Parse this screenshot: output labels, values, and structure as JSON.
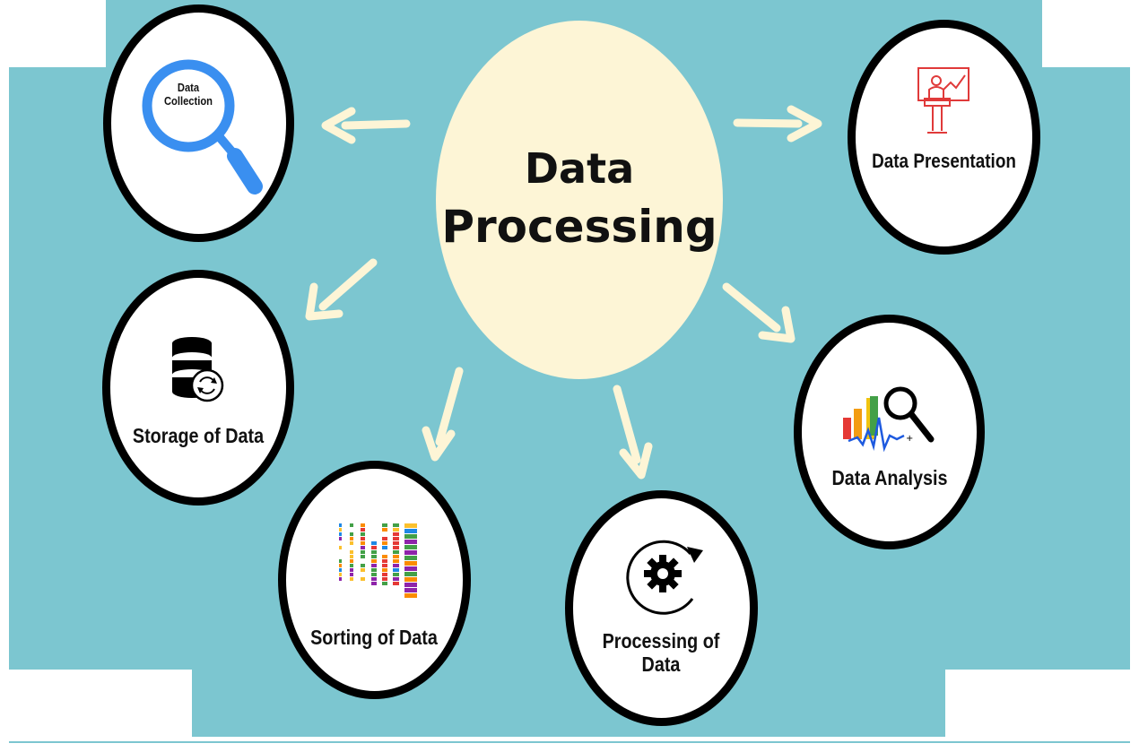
{
  "colors": {
    "background": "#7cc6d0",
    "center_fill": "#fdf5d6",
    "arrow": "#fdf5d6",
    "node_border": "#000000",
    "accent_blue": "#3a8ff0",
    "bottom_rule": "#7cc6d0"
  },
  "center": {
    "line1": "Data",
    "line2": "Processing"
  },
  "nodes": {
    "collection": {
      "label_line1": "Data",
      "label_line2": "Collection",
      "icon": "magnifier-icon"
    },
    "presentation": {
      "label": "Data Presentation",
      "icon": "presenter-chart-icon"
    },
    "storage": {
      "label": "Storage of Data",
      "icon": "database-sync-icon"
    },
    "analysis": {
      "label": "Data Analysis",
      "icon": "chart-magnifier-icon"
    },
    "sorting": {
      "label": "Sorting of Data",
      "icon": "colored-grid-icon"
    },
    "processing": {
      "label_line1": "Processing of",
      "label_line2": "Data",
      "icon": "gear-cycle-icon"
    }
  }
}
